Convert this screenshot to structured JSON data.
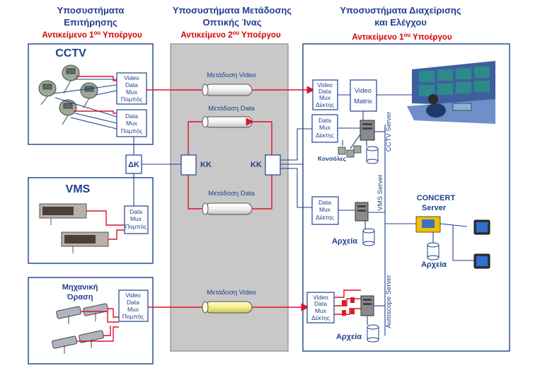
{
  "headers": {
    "left_title_1": "Υποσυστήματα",
    "left_title_2": "Επιτήρησης",
    "left_sub_pre": "Αντικείμενο 1",
    "left_sub_sup": "ου",
    "left_sub_post": " Υποέργου",
    "mid_title_1": "Υποσυστήματα Μετάδοσης",
    "mid_title_2": "Οπτικής Ίνας",
    "mid_sub_pre": "Αντικείμενο 2",
    "mid_sub_sup": "ου",
    "mid_sub_post": " Υποέργου",
    "right_title_1": "Υποσυστήματα Διαχείρισης",
    "right_title_2": "και Ελέγχου",
    "right_sub_pre": "Αντικείμενο 1",
    "right_sub_sup": "ου",
    "right_sub_post": " Υποέργου"
  },
  "sections": {
    "cctv": "CCTV",
    "vms": "VMS",
    "machine_vision_1": "Μηχανική",
    "machine_vision_2": "Όραση"
  },
  "mux": {
    "video": "Video",
    "data": "Data",
    "mux": "Mux",
    "transmitter": "Πομπός",
    "receiver": "Δέκτης"
  },
  "nodes": {
    "dk": "ΔΚ",
    "kk_left": "ΚΚ",
    "kk_right": "ΚΚ",
    "video_matrix_1": "Video",
    "video_matrix_2": "Matrix",
    "consoles": "Κονσόλες",
    "concert_1": "CONCERT",
    "concert_2": "Server",
    "archives_vms": "Αρχεία",
    "archives_concert": "Αρχεία",
    "archives_autoscope": "Αρχεία"
  },
  "links": {
    "video_top": "Μετάδοση Video",
    "data_top": "Μετάδοση Data",
    "data_bottom": "Μετάδοση Data",
    "video_bottom": "Μετάδοση Video"
  },
  "servers": {
    "cctv": "CCTV Server",
    "vms": "VMS Server",
    "autoscope": "Autoscope Server"
  },
  "colors": {
    "text_blue": "#1f3f8f",
    "accent_red": "#e0102a",
    "fiber_panel": "#c8c8c8",
    "video_fiber_highlight": "#f4f08a"
  }
}
